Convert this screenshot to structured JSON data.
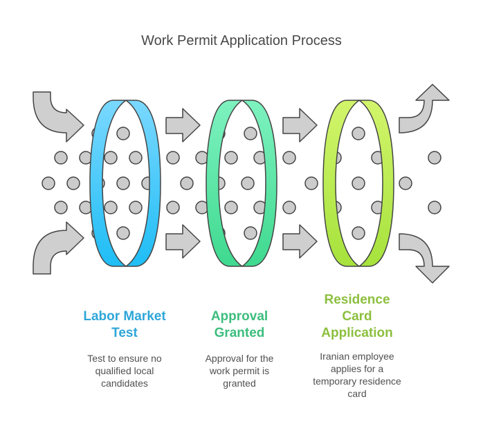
{
  "title": "Work Permit Application Process",
  "stages": [
    {
      "title_lines": [
        "Labor Market",
        "Test"
      ],
      "description_lines": [
        "Test to ensure no",
        "qualified local",
        "candidates"
      ],
      "color": "#2ea6d8",
      "ring_gradient": [
        "#7ad8ff",
        "#1fbdf5"
      ]
    },
    {
      "title_lines": [
        "Approval",
        "Granted"
      ],
      "description_lines": [
        "Approval for the",
        "work permit is",
        "granted"
      ],
      "color": "#3dbd7d",
      "ring_gradient": [
        "#7ef2c0",
        "#3fd98f"
      ]
    },
    {
      "title_lines": [
        "Residence",
        "Card",
        "Application"
      ],
      "description_lines": [
        "Iranian employee",
        "applies for a",
        "temporary residence",
        "card"
      ],
      "color": "#8cbf3f",
      "ring_gradient": [
        "#d2f56b",
        "#a6e23c"
      ]
    }
  ],
  "colors": {
    "arrow_fill": "#cfcfcf",
    "dot_fill": "#cccccc",
    "outline": "#444444"
  }
}
